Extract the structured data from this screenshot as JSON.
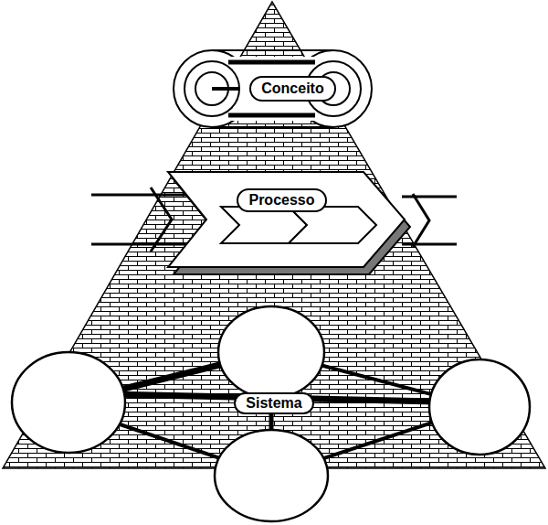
{
  "diagram": {
    "nodes": [
      {
        "text": [
          "Conceito"
        ]
      },
      {
        "text": [
          "Processo"
        ]
      },
      {
        "text": [
          "Sistema"
        ]
      }
    ]
  }
}
